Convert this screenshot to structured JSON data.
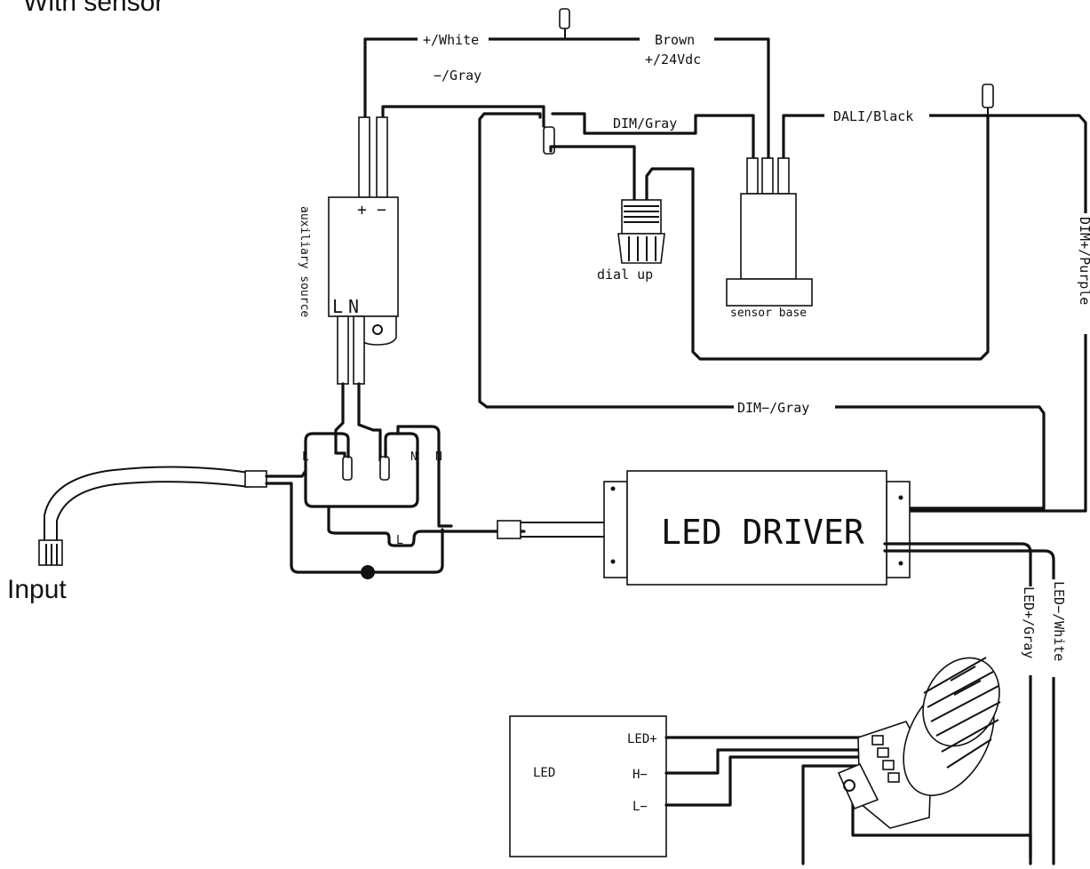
{
  "header": {
    "title": "With sensor"
  },
  "labels": {
    "input": "Input",
    "aux_source": "auxiliary source",
    "aux_plus": "+",
    "aux_minus": "−",
    "aux_L": "L",
    "aux_N": "N",
    "plus_white": "+/White",
    "minus_gray": "−/Gray",
    "brown": "Brown",
    "v24": "+/24Vdc",
    "dim_gray": "DIM/Gray",
    "dali_black": "DALI/Black",
    "dim_plus_purple": "DIM+/Purple",
    "dim_minus_gray": "DIM−/Gray",
    "dial_up": "dial up",
    "sensor_base": "sensor base",
    "term_L": "L",
    "term_N1": "N",
    "term_N2": "N",
    "term_L2": "L",
    "led_driver": "LED DRIVER",
    "led_plus_gray": "LED+/Gray",
    "led_minus_white": "LED−/White",
    "led_box": "LED",
    "led_plus": "LED+",
    "h_minus": "H−",
    "l_minus": "L−"
  }
}
